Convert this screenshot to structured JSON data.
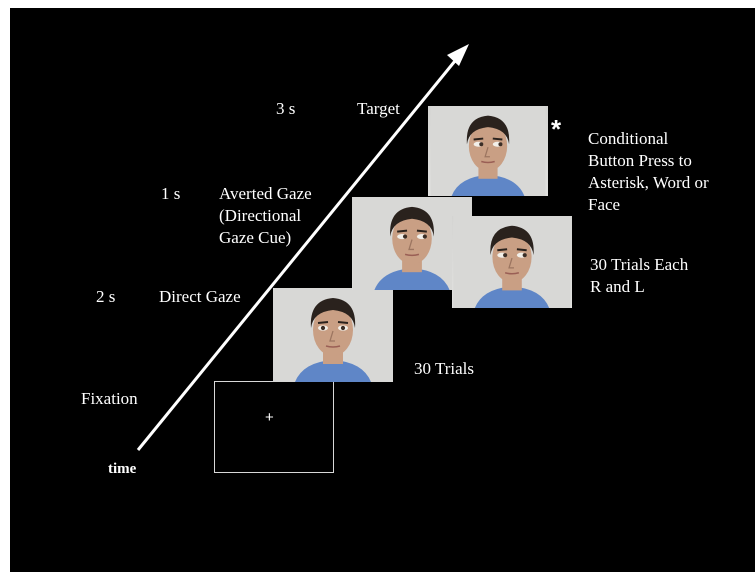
{
  "axis": {
    "label": "time"
  },
  "stages": [
    {
      "duration": "",
      "name": "Fixation"
    },
    {
      "duration": "2 s",
      "name": "Direct Gaze"
    },
    {
      "duration": "1 s",
      "name_lines": [
        "Averted Gaze",
        "(Directional",
        "Gaze Cue)"
      ]
    },
    {
      "duration": "3 s",
      "name": "Target"
    }
  ],
  "fixation_symbol": "+",
  "target_symbol": "*",
  "notes": {
    "trials": "30 Trials",
    "trials_each_lines": [
      "30 Trials Each",
      "R and L"
    ],
    "response_lines": [
      "Conditional",
      "Button Press to",
      "Asterisk, Word or",
      "Face"
    ]
  },
  "colors": {
    "background": "#000000",
    "text": "#ffffff",
    "arrow": "#ffffff",
    "skin": "#c99f84",
    "hair": "#2a221d",
    "shirt": "#5f86c7",
    "photo_bg": "#d8d8d6"
  },
  "faces": [
    {
      "id": "direct",
      "gaze": "center"
    },
    {
      "id": "averted-right",
      "gaze": "right"
    },
    {
      "id": "averted-right-2",
      "gaze": "right"
    },
    {
      "id": "target",
      "gaze": "right"
    }
  ]
}
